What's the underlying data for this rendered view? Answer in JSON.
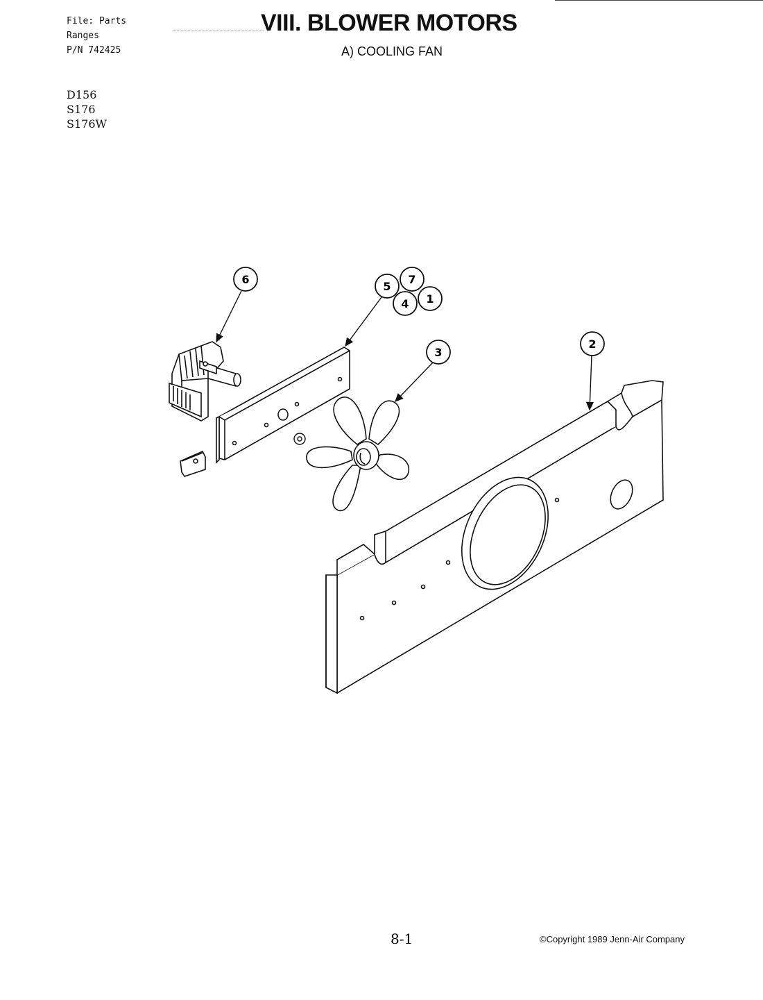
{
  "header": {
    "file_line": "File: Parts",
    "category_line": "Ranges",
    "part_number_line": "P/N 742425",
    "title": "VIII. BLOWER MOTORS",
    "subtitle": "A) COOLING FAN"
  },
  "models": [
    "D156",
    "S176",
    "S176W"
  ],
  "callouts": {
    "c6": "6",
    "c5": "5",
    "c7": "7",
    "c4": "4",
    "c1": "1",
    "c3": "3",
    "c2": "2"
  },
  "footer": {
    "page_number": "8-1",
    "copyright": "©Copyright 1989 Jenn-Air Company"
  }
}
